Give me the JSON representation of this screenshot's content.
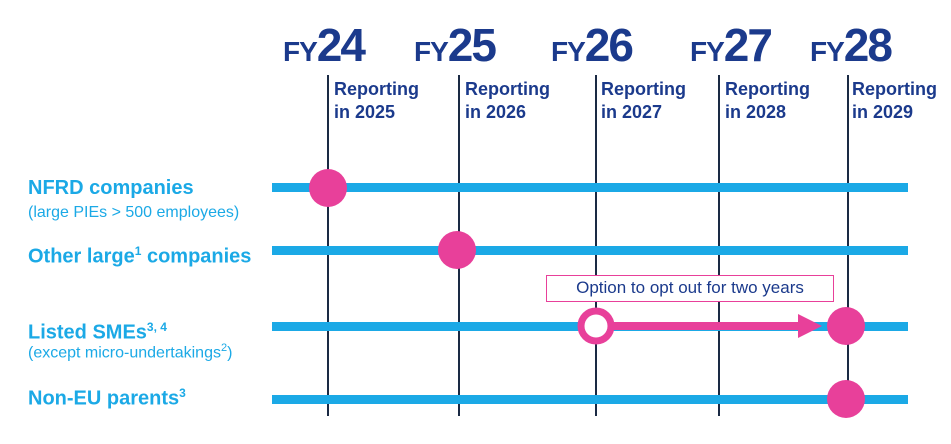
{
  "diagram": {
    "columns": [
      {
        "prefix": "FY",
        "num": "24",
        "reporting_l1": "Reporting",
        "reporting_l2": "in 2025"
      },
      {
        "prefix": "FY",
        "num": "25",
        "reporting_l1": "Reporting",
        "reporting_l2": "in 2026"
      },
      {
        "prefix": "FY",
        "num": "26",
        "reporting_l1": "Reporting",
        "reporting_l2": "in 2027"
      },
      {
        "prefix": "FY",
        "num": "27",
        "reporting_l1": "Reporting",
        "reporting_l2": "in 2028"
      },
      {
        "prefix": "FY",
        "num": "28",
        "reporting_l1": "Reporting",
        "reporting_l2": "in 2029"
      }
    ],
    "rows": [
      {
        "label": "NFRD companies",
        "sup": "",
        "label_end": "",
        "sub": "(large PIEs > 500 employees)",
        "sub_sup": "",
        "sub_end": ""
      },
      {
        "label": "Other large",
        "sup": "1",
        "label_end": " companies",
        "sub": "",
        "sub_sup": "",
        "sub_end": ""
      },
      {
        "label": "Listed SMEs",
        "sup": "3, 4",
        "label_end": "",
        "sub": "(except micro-undertakings",
        "sub_sup": "2",
        "sub_end": ")"
      },
      {
        "label": "Non-EU parents",
        "sup": "3",
        "label_end": "",
        "sub": "",
        "sub_sup": "",
        "sub_end": ""
      }
    ],
    "callout": "Option to opt out for two years",
    "colors": {
      "navy": "#1b3a8c",
      "cyan": "#1ba9e6",
      "magenta": "#e8409a",
      "column_line": "#1a2a44"
    }
  }
}
